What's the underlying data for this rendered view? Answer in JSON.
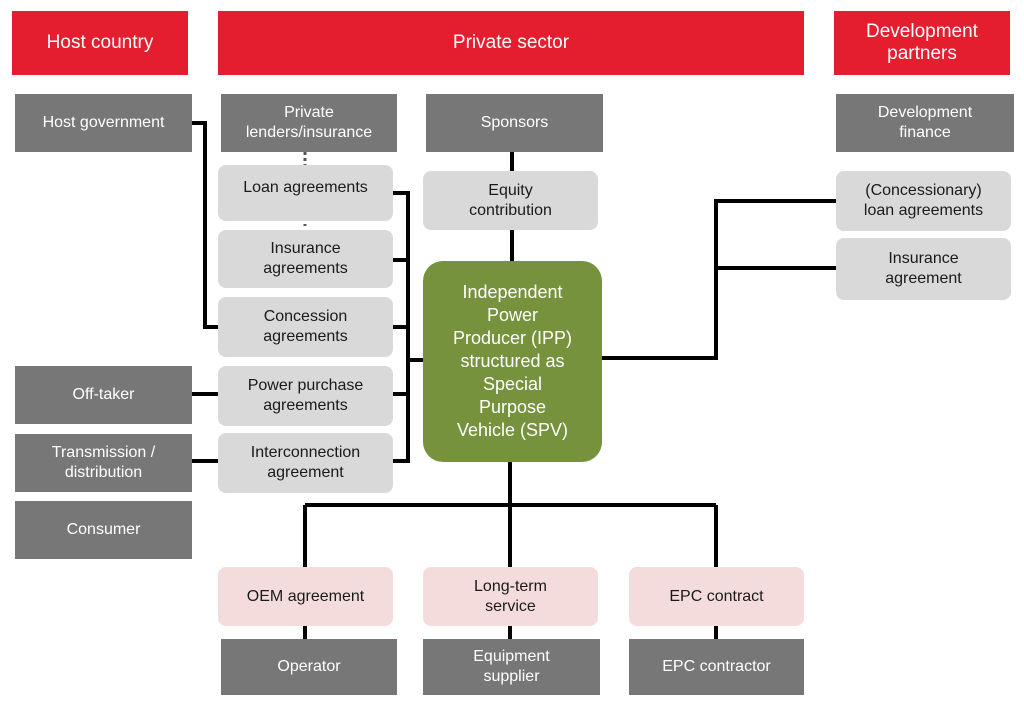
{
  "colors": {
    "header": "#e41e2f",
    "dark_box": "#777777",
    "light_box": "#d9d9d9",
    "pink_box": "#f4dcdc",
    "ipp_box": "#76923c",
    "connector": "#000000"
  },
  "headers": {
    "host_country": "Host country",
    "private_sector": "Private sector",
    "development_partners": "Development\npartners"
  },
  "host": {
    "host_government": "Host government",
    "off_taker": "Off-taker",
    "transmission": "Transmission /\ndistribution",
    "consumer": "Consumer"
  },
  "private": {
    "lenders": "Private\nlenders/insurance",
    "sponsors": "Sponsors",
    "equity": "Equity\ncontribution",
    "ipp": "Independent\nPower\nProducer (IPP)\nstructured as\nSpecial\nPurpose\nVehicle (SPV)"
  },
  "agreements": {
    "loan": "Loan agreements",
    "insurance": "Insurance\nagreements",
    "concession": "Concession\nagreements",
    "ppa": "Power purchase\nagreements",
    "interconnection": "Interconnection\nagreement"
  },
  "development": {
    "finance": "Development\nfinance",
    "concessionary_loan": "(Concessionary)\nloan agreements",
    "insurance_agreement": "Insurance\nagreement"
  },
  "contracts": {
    "oem": "OEM agreement",
    "long_term_service": "Long-term\nservice",
    "epc": "EPC contract"
  },
  "parties": {
    "operator": "Operator",
    "equipment_supplier": "Equipment\nsupplier",
    "epc_contractor": "EPC contractor"
  }
}
